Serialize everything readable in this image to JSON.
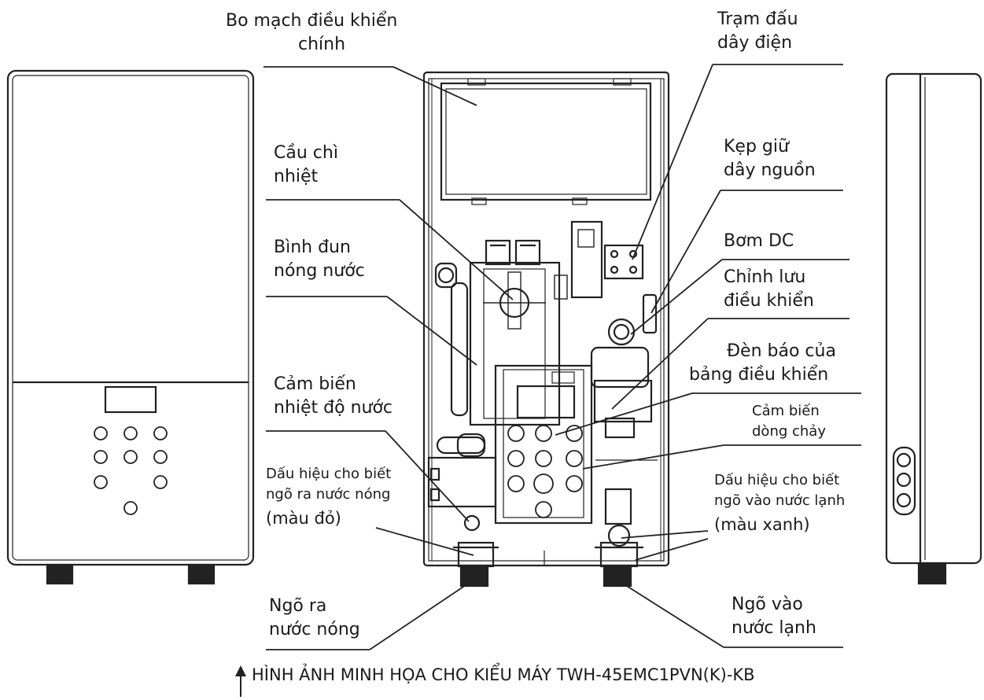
{
  "labels": {
    "main_board": [
      "Bo mạch điều khiển",
      "chính"
    ],
    "thermal_fuse": [
      "Cầu chì",
      "nhiệt"
    ],
    "heater_tank": [
      "Bình đun",
      "nóng nước"
    ],
    "water_temp_sensor": [
      "Cảm biến",
      "nhiệt độ nước"
    ],
    "hot_outlet_mark": [
      "Dấu hiệu cho biết",
      "ngõ ra nước nóng",
      "(màu đỏ)"
    ],
    "hot_outlet": [
      "Ngõ ra",
      "nước nóng"
    ],
    "terminal_block": [
      "Trạm đấu",
      "dây điện"
    ],
    "cord_clamp": [
      "Kẹp giữ",
      "dây nguồn"
    ],
    "dc_pump": [
      "Bơm DC"
    ],
    "flow_control": [
      "Chỉnh lưu",
      "điều khiển"
    ],
    "panel_indicator": [
      "Đèn báo của",
      "bảng điều khiển"
    ],
    "flow_sensor": [
      "Cảm biến",
      "dòng chảy"
    ],
    "cold_inlet_mark": [
      "Dấu hiệu cho biết",
      "ngõ vào nước lạnh",
      "(màu xanh)"
    ],
    "cold_inlet": [
      "Ngõ vào",
      "nước lạnh"
    ]
  },
  "caption": "HÌNH ẢNH MINH HỌA CHO KIỂU MÁY TWH-45EMC1PVN(K)-KB"
}
